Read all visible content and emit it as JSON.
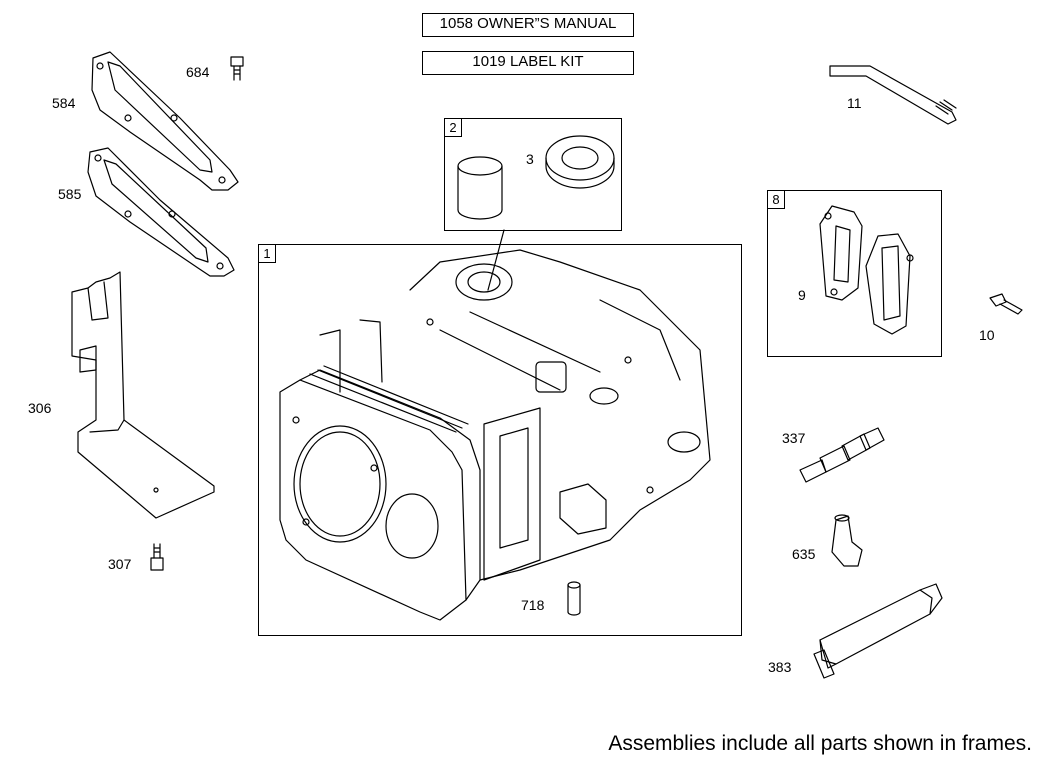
{
  "header": {
    "manual": "1058 OWNER”S MANUAL",
    "label_kit": "1019 LABEL KIT"
  },
  "frames": {
    "cylinder": "1",
    "bearing": "2",
    "gasket_set": "8"
  },
  "parts": {
    "p3": "3",
    "p9": "9",
    "p10": "10",
    "p11": "11",
    "p306": "306",
    "p307": "307",
    "p337": "337",
    "p383": "383",
    "p584": "584",
    "p585": "585",
    "p635": "635",
    "p684": "684",
    "p718": "718"
  },
  "footer": "Assemblies include all parts shown in frames."
}
